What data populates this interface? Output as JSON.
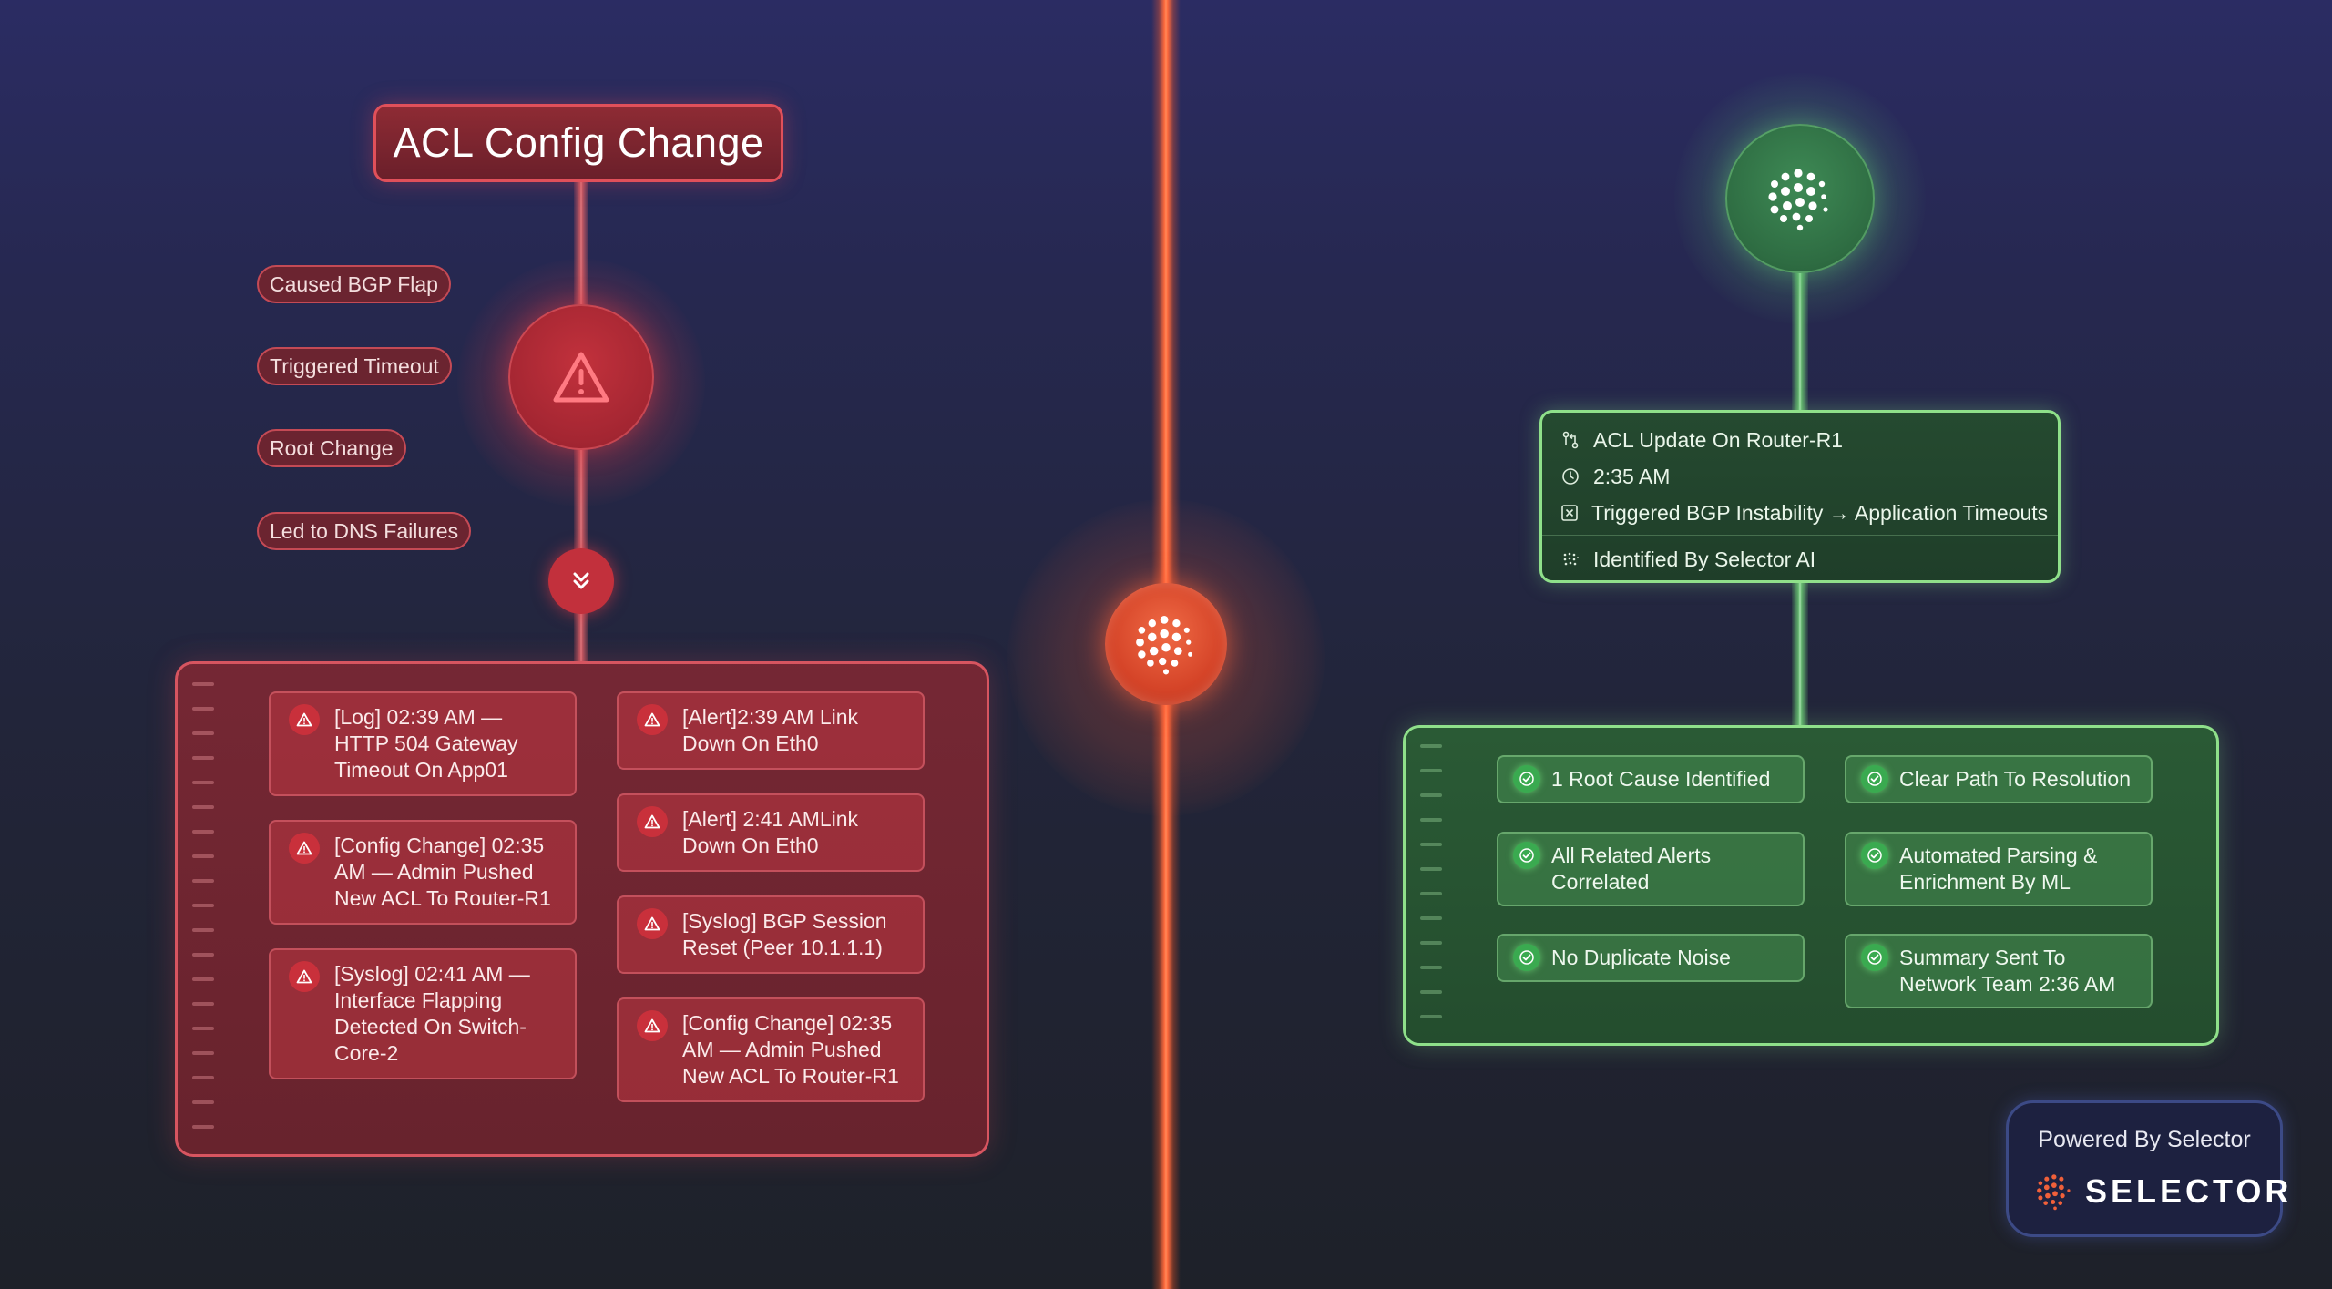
{
  "left": {
    "title": "ACL Config Change",
    "effects": [
      "Caused BGP Flap",
      "Triggered Timeout",
      "Root Change",
      "Led to DNS Failures"
    ],
    "events_col1": [
      "[Log] 02:39 AM — HTTP 504 Gateway Timeout On App01",
      "[Config Change] 02:35 AM — Admin Pushed New ACL To Router-R1",
      "[Syslog] 02:41 AM — Interface Flapping Detected On Switch-Core-2"
    ],
    "events_col2": [
      "[Alert]2:39 AM Link Down On Eth0",
      "[Alert] 2:41 AMLink Down On Eth0",
      "[Syslog] BGP Session Reset (Peer 10.1.1.1)",
      "[Config Change] 02:35 AM — Admin Pushed New ACL To Router-R1"
    ]
  },
  "right": {
    "summary": {
      "rows": [
        {
          "icon": "git-compare-icon",
          "text": "ACL Update On Router-R1"
        },
        {
          "icon": "clock-icon",
          "text": "2:35 AM"
        },
        {
          "icon": "x-square-icon",
          "text": "Triggered BGP Instability → Application Timeouts"
        }
      ],
      "footer": {
        "icon": "selector-ai-icon",
        "text": "Identified By Selector AI"
      }
    },
    "outcomes_col1": [
      "1 Root Cause Identified",
      "All Related Alerts Correlated",
      "No Duplicate Noise"
    ],
    "outcomes_col2": [
      "Clear Path To Resolution",
      "Automated Parsing & Enrichment By ML",
      "Summary Sent To Network Team 2:36 AM"
    ]
  },
  "badge": {
    "text": "Powered By Selector",
    "logo_word": "SELECTOR"
  },
  "colors": {
    "red_accent": "#e0505a",
    "green_accent": "#8fe08a",
    "orange_divider": "#ff6a3c",
    "background": "#23263e"
  }
}
